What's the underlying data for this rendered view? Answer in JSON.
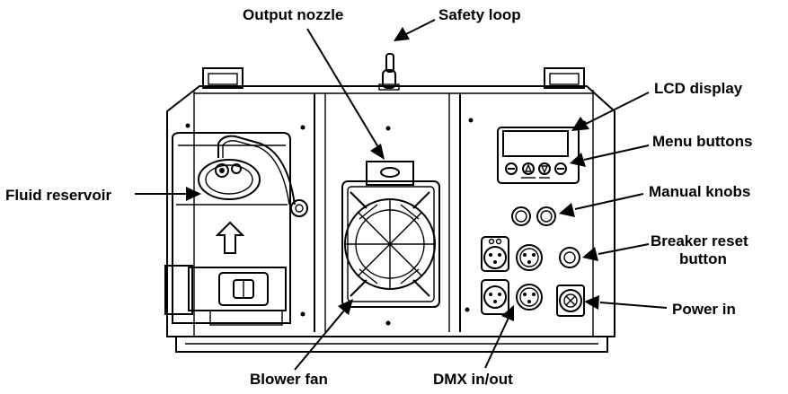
{
  "labels": {
    "output_nozzle": "Output nozzle",
    "safety_loop": "Safety loop",
    "lcd_display": "LCD display",
    "menu_buttons": "Menu buttons",
    "fluid_reservoir": "Fluid reservoir",
    "manual_knobs": "Manual knobs",
    "breaker_reset_line1": "Breaker reset",
    "breaker_reset_line2": "button",
    "power_in": "Power in",
    "blower_fan": "Blower fan",
    "dmx_in_out": "DMX in/out"
  },
  "colors": {
    "ink": "#000000",
    "background": "#ffffff",
    "panel_fill": "#ffffff"
  },
  "icons": [
    "arrow-up-icon",
    "triangle-up-icon",
    "triangle-down-icon"
  ]
}
